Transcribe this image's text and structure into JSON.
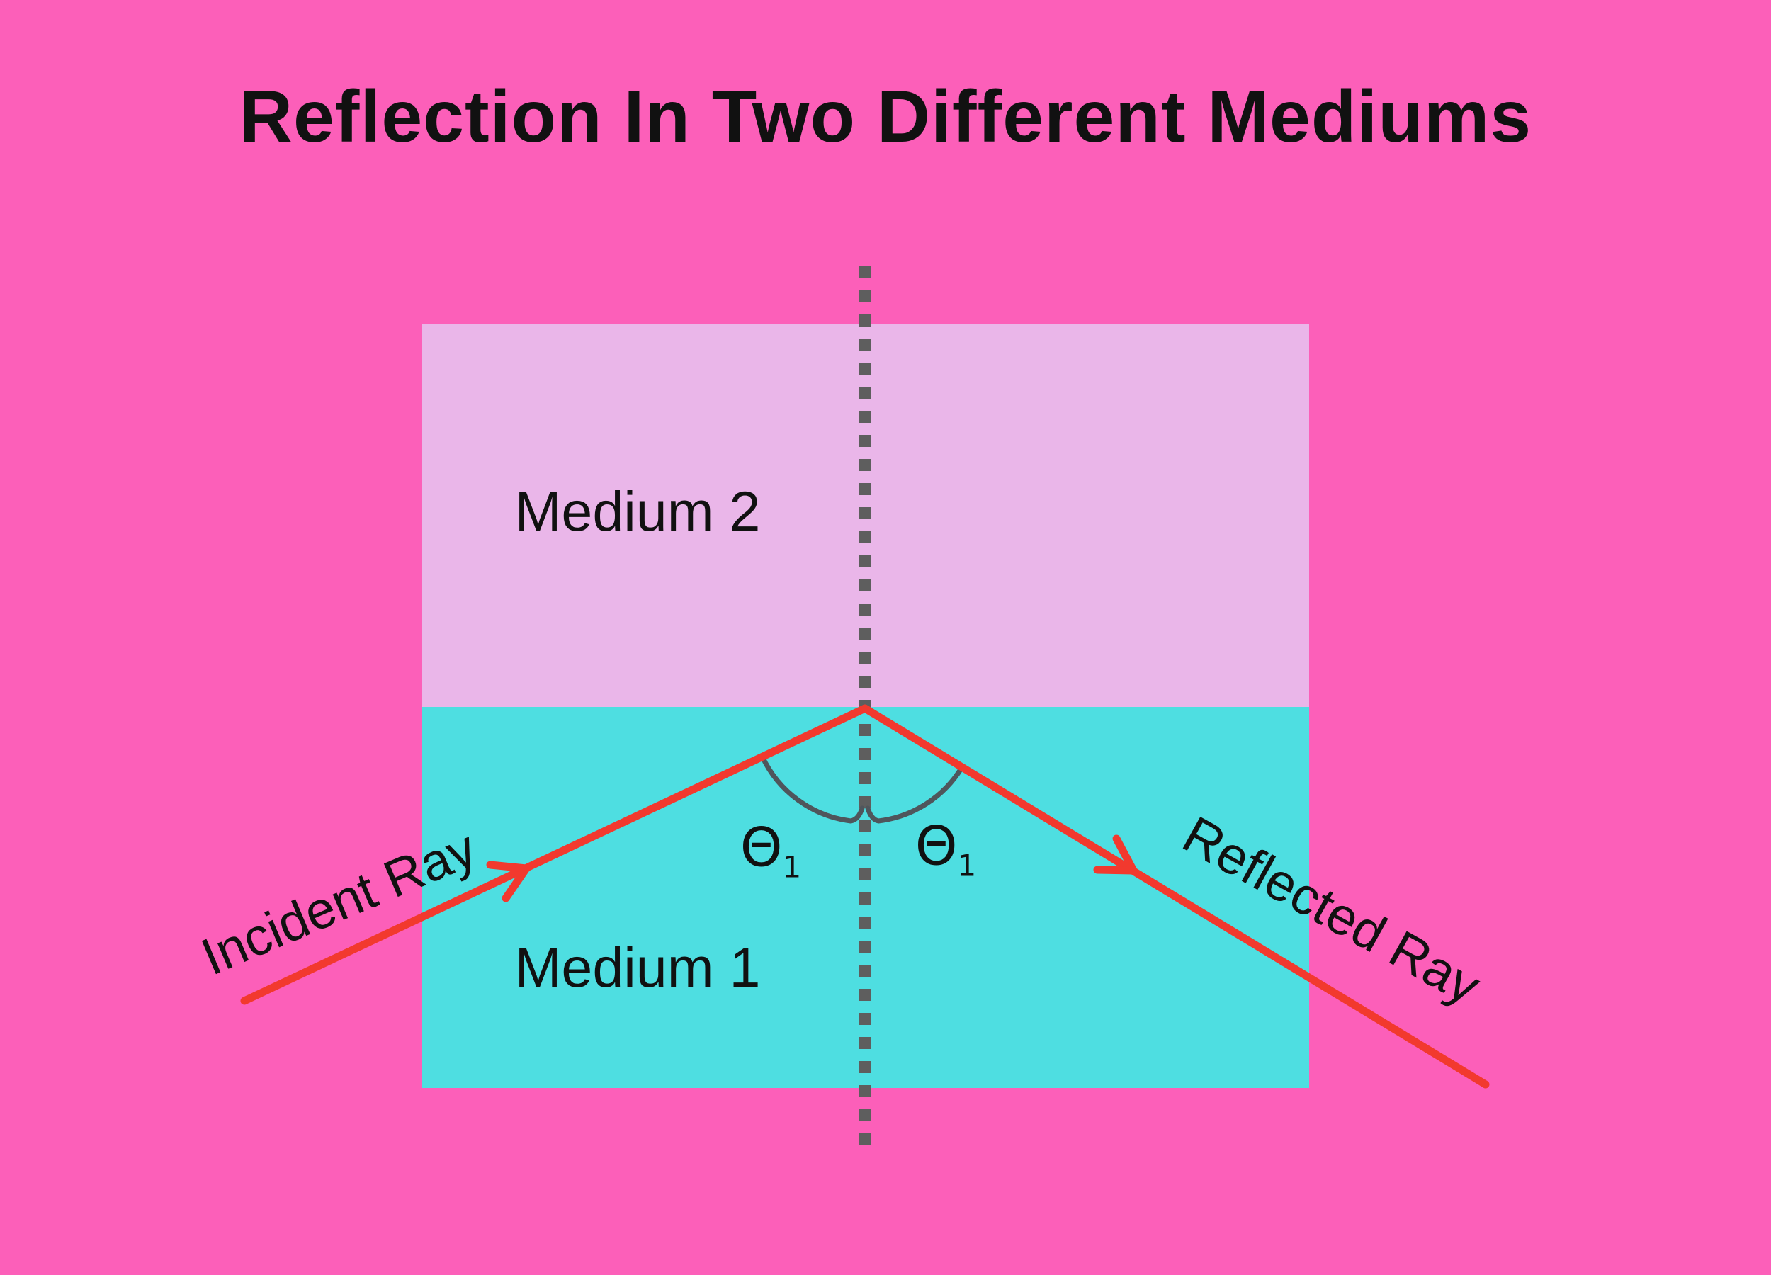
{
  "title": "Reflection In Two Different Mediums",
  "diagram": {
    "medium2_label": "Medium 2",
    "medium1_label": "Medium 1",
    "incident_ray_label": "Incident Ray",
    "reflected_ray_label": "Reflected Ray",
    "angle_left": {
      "symbol": "Θ",
      "subscript": "1"
    },
    "angle_right": {
      "symbol": "Θ",
      "subscript": "1"
    }
  },
  "colors": {
    "background": "#fc5fb9",
    "medium2": "#eab6e9",
    "medium1": "#4edee1",
    "ray": "#f2392e",
    "normal_dash": "#5e5e5e",
    "angle_arc": "#4f565c",
    "text": "#111111"
  }
}
